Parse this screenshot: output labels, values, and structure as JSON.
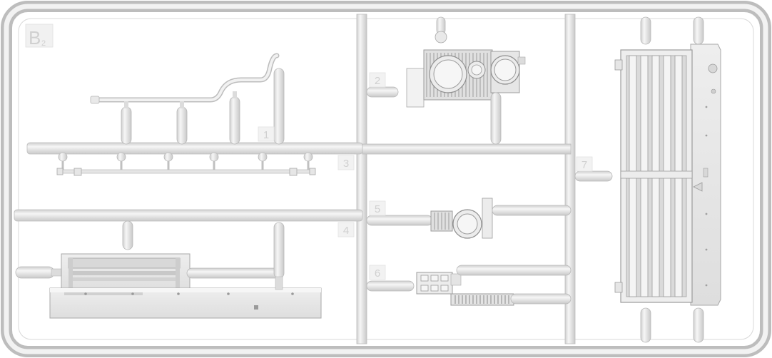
{
  "sprue": {
    "code": "B",
    "code_sub": "2",
    "colors": {
      "plastic": "#e7e7e7",
      "plastic_light": "#f4f4f4",
      "plastic_shadow": "#c4c4c4",
      "outline": "#aeaeae",
      "dark_detail": "#8a8a8a"
    }
  },
  "part_labels": [
    "1",
    "2",
    "3",
    "4",
    "5",
    "6",
    "7"
  ]
}
